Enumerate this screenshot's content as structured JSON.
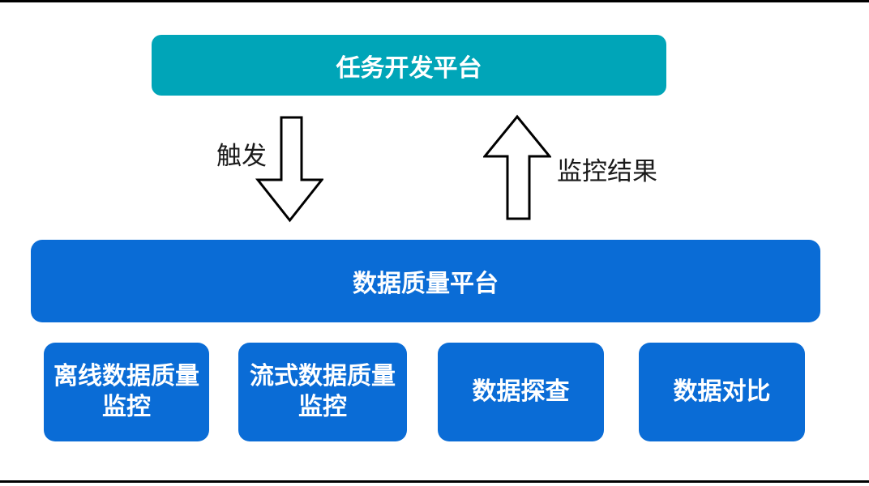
{
  "colors": {
    "teal": "#00A5B8",
    "blue": "#0A6CD6",
    "background": "#FFFFFF",
    "border_line": "#000000",
    "arrow_fill": "#FFFFFF",
    "arrow_stroke": "#000000"
  },
  "diagram": {
    "top_box": {
      "label": "任务开发平台"
    },
    "arrows": [
      {
        "direction": "down",
        "label": "触发"
      },
      {
        "direction": "up",
        "label": "监控结果"
      }
    ],
    "platform_box": {
      "label": "数据质量平台"
    },
    "modules": [
      {
        "label": "离线数据质量监控"
      },
      {
        "label": "流式数据质量监控"
      },
      {
        "label": "数据探查"
      },
      {
        "label": "数据对比"
      }
    ]
  }
}
